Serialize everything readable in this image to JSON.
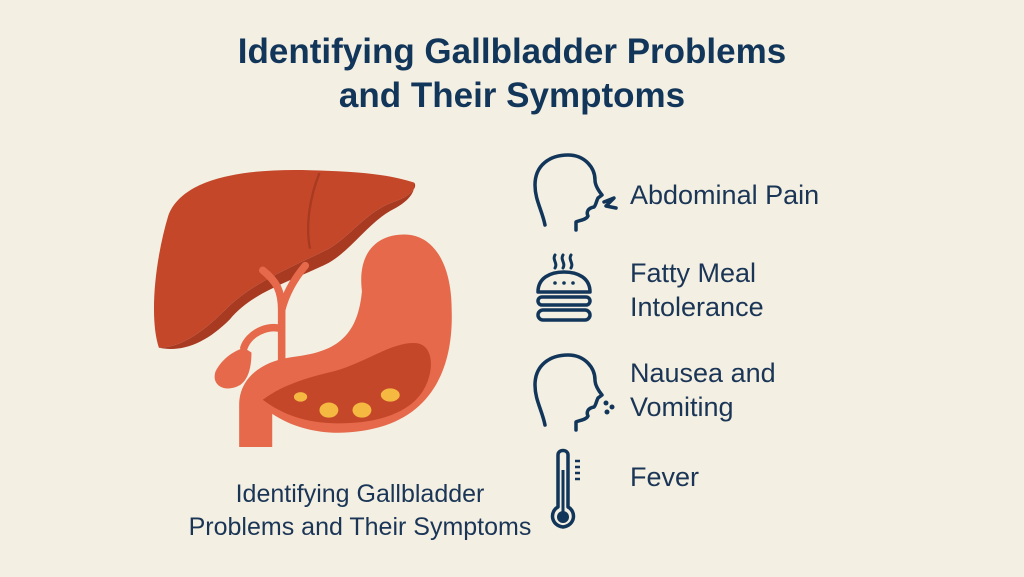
{
  "header": {
    "title_line1": "Identifying Gallbladder Problems",
    "title_line2": "and Their Symptoms"
  },
  "illustration": {
    "subject": "liver, gallbladder and stomach with gallstones",
    "colors": {
      "liver": "#c4472a",
      "liver_shadow": "#a93a22",
      "stomach": "#e5694a",
      "stomach_inner": "#c4472a",
      "stones": "#f5b942"
    }
  },
  "caption": {
    "line1": "Identifying Gallbladder",
    "line2": "Problems and Their Symptoms"
  },
  "symptoms": [
    {
      "icon": "head-pain-icon",
      "line1": "Abdominal Pain",
      "line2": ""
    },
    {
      "icon": "burger-steam-icon",
      "line1": "Fatty Meal",
      "line2": "Intolerance"
    },
    {
      "icon": "head-vomit-icon",
      "line1": "Nausea and",
      "line2": "Vomiting"
    },
    {
      "icon": "thermometer-icon",
      "line1": "Fever",
      "line2": ""
    }
  ],
  "colors": {
    "background": "#f3efe2",
    "text": "#12355a"
  }
}
